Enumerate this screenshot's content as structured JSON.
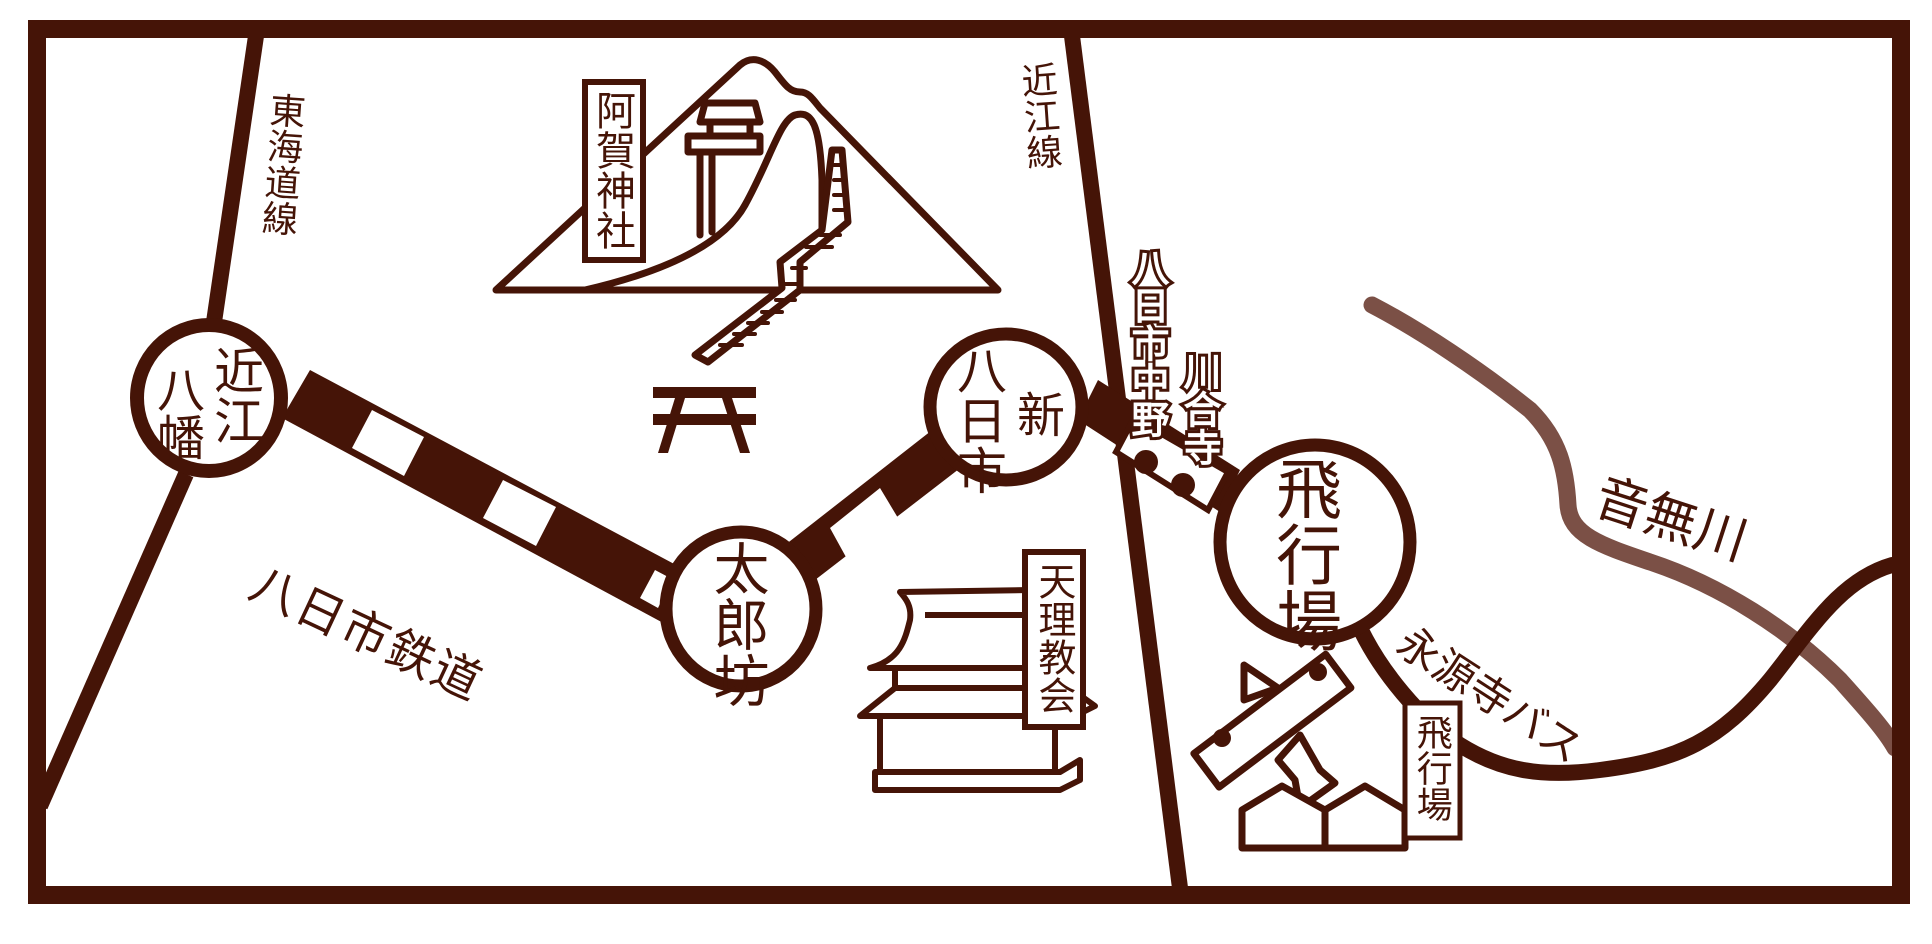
{
  "colors": {
    "ink": "#451407",
    "river": "#7b5046",
    "background": "#ffffff"
  },
  "lines": {
    "tokaido": "東海道線",
    "omi": "近江線",
    "yokaichi_railway": "八日市鉄道",
    "bus": "永源寺バス"
  },
  "stations": {
    "omi_hachiman": {
      "col1": "近江",
      "col2": "八幡"
    },
    "tarobo": "太郎坊",
    "shin_yokaichi": {
      "col1": "新",
      "col2": "八日市"
    },
    "hikojo": "飛行場",
    "yokaichi_nakano": "八日市中野",
    "kawaiji": "川合寺"
  },
  "landmarks": {
    "shrine": "阿賀神社",
    "church": "天理教会",
    "airfield": "飛行場"
  },
  "river": "音無川",
  "icons": {
    "torii": "torii-gate-icon",
    "mountain": "mountain-icon",
    "airplane": "airplane-icon",
    "church_building": "temple-building-icon"
  }
}
